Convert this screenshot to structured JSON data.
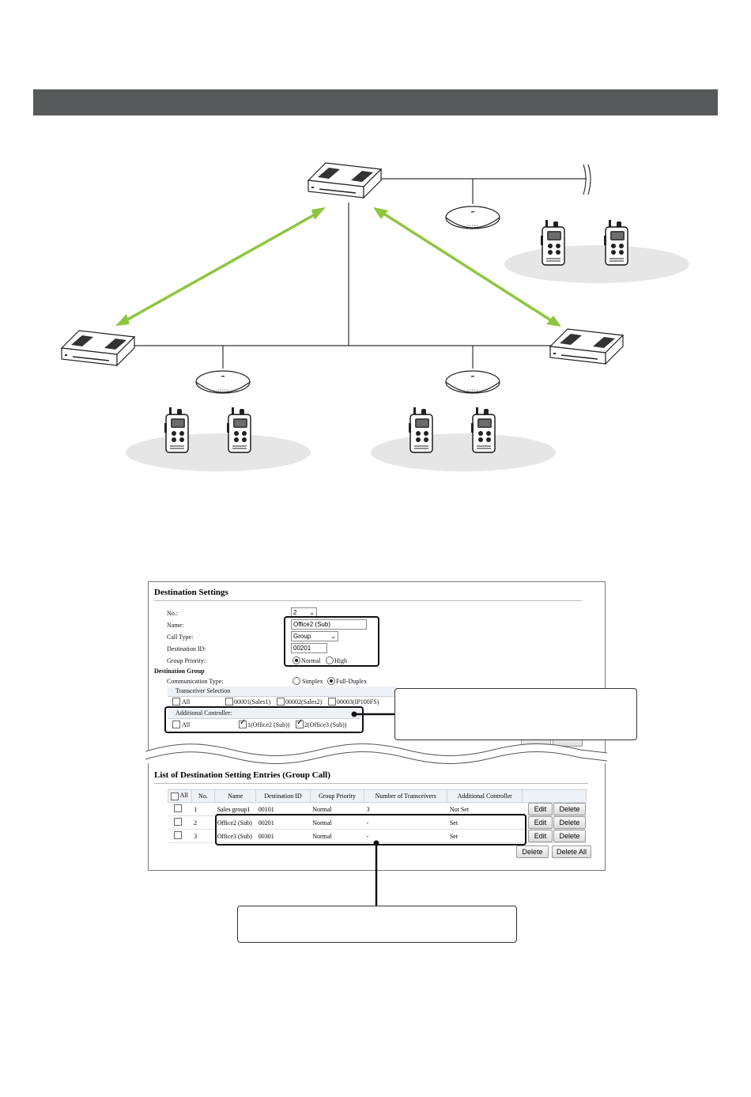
{
  "settings": {
    "title": "Destination Settings",
    "no_label": "No.:",
    "no_value": "2",
    "name_label": "Name:",
    "name_value": "Office2 (Sub)",
    "call_type_label": "Call Type:",
    "call_type_value": "Group",
    "dest_id_label": "Destination ID:",
    "dest_id_value": "00201",
    "priority_label": "Group Priority:",
    "priority_normal": "Normal",
    "priority_high": "High",
    "dest_group_label": "Destination Group",
    "comm_type_label": "Communication Type:",
    "comm_simplex": "Simplex",
    "comm_full": "Full-Duplex",
    "transceiver_selection": "Transceiver Selection",
    "all_label": "All",
    "transceivers": [
      "00001(Sales1)",
      "00002(Sales2)",
      "00003(IP100FS)"
    ],
    "additional_controller": "Additional Controller:",
    "controllers": [
      "1(Office2 (Sub))",
      "2(Office3 (Sub))"
    ]
  },
  "list": {
    "title": "List of Destination Setting Entries (Group Call)",
    "headers": [
      "All",
      "No.",
      "Name",
      "Destination ID",
      "Group Priority",
      "Number of Transceivers",
      "Additional Controller"
    ],
    "rows": [
      {
        "no": "1",
        "name": "Sales group1",
        "id": "00101",
        "priority": "Normal",
        "count": "3",
        "controller": "Not Set"
      },
      {
        "no": "2",
        "name": "Office2 (Sub)",
        "id": "00201",
        "priority": "Normal",
        "count": "-",
        "controller": "Set"
      },
      {
        "no": "3",
        "name": "Office3 (Sub)",
        "id": "00301",
        "priority": "Normal",
        "count": "-",
        "controller": "Set"
      }
    ],
    "edit_label": "Edit",
    "delete_label": "Delete",
    "delete_all_label": "Delete All"
  },
  "colors": {
    "header_bar": "#58595b",
    "arrow_green": "#8dc63f",
    "ground_ellipse": "#e6e6e6"
  },
  "icons": [
    "controller-icon",
    "access-point-icon",
    "transceiver-icon",
    "line-break-icon",
    "double-arrow-icon"
  ]
}
